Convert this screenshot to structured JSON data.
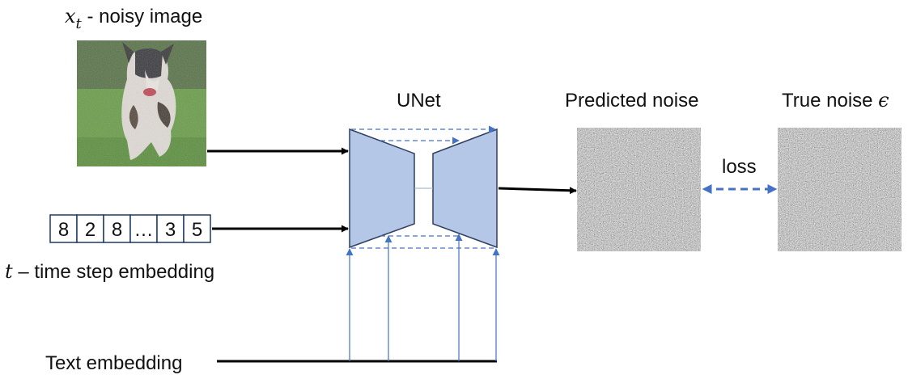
{
  "labels": {
    "noisy_image_symbol": "x",
    "noisy_image_subscript": "t",
    "noisy_image_text": " - noisy image",
    "unet": "UNet",
    "predicted_noise": "Predicted noise",
    "true_noise_text": "True noise ",
    "true_noise_symbol": "ϵ",
    "loss": "loss",
    "time_symbol": "t",
    "time_text": " – time step embedding",
    "text_embedding": "Text embedding"
  },
  "time_embedding_cells": [
    "8",
    "2",
    "8",
    "…",
    "3",
    "5"
  ],
  "icons": {
    "noisy_image": "dog-photo-noisy",
    "predicted_noise": "noise-texture",
    "true_noise": "noise-texture"
  },
  "colors": {
    "unet_fill": "#b4c7e7",
    "unet_stroke": "#2f3f5f",
    "skip_arrow": "#4472c4",
    "loss_arrow": "#4472c4",
    "arrow": "#000000"
  }
}
